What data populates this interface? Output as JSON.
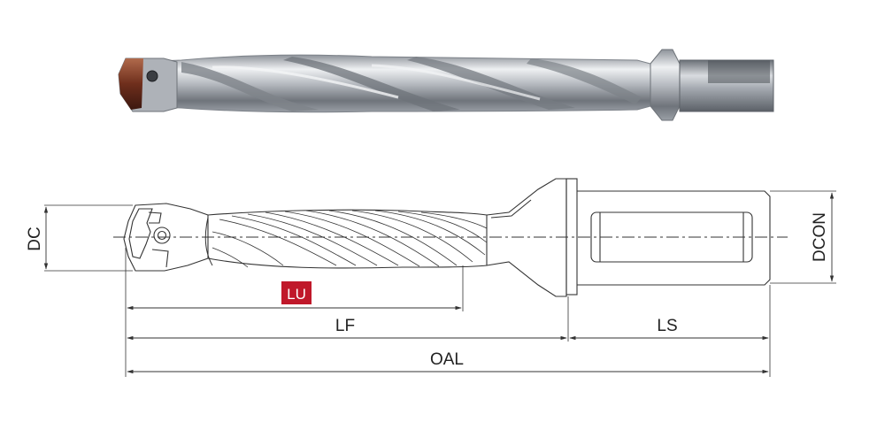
{
  "labels": {
    "dc": "DC",
    "dcon": "DCON",
    "lu": "LU",
    "lf": "LF",
    "ls": "LS",
    "oal": "OAL"
  },
  "colors": {
    "lu_badge": "#c0182a",
    "line": "#333333",
    "steel": "#c8cbd0",
    "insert": "#7a3a28"
  }
}
